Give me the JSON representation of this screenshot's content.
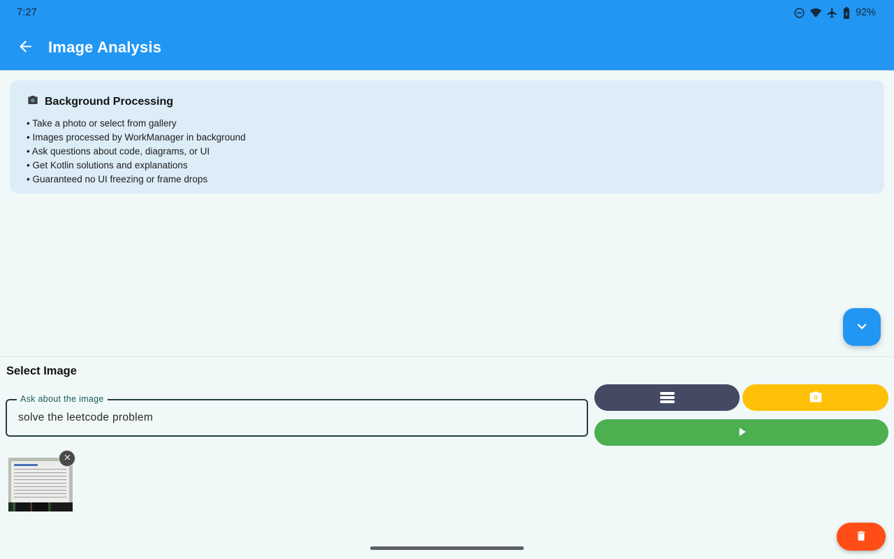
{
  "status_bar": {
    "time": "7:27",
    "battery_percent": "92%",
    "icons": [
      "do-not-disturb",
      "wifi",
      "airplane-mode",
      "battery-charging"
    ]
  },
  "app_bar": {
    "title": "Image Analysis",
    "back_icon": "arrow-left"
  },
  "info_card": {
    "icon": "camera-emoji",
    "title": "Background Processing",
    "bullets": [
      "• Take a photo or select from gallery",
      "• Images processed by WorkManager in background",
      "• Ask questions about code, diagrams, or UI",
      "• Get Kotlin solutions and explanations",
      "• Guaranteed no UI freezing or frame drops"
    ]
  },
  "select_section": {
    "heading": "Select Image",
    "input_label": "Ask about the image",
    "input_value": "solve the leetcode problem"
  },
  "buttons": {
    "menu_icon": "hamburger",
    "camera_icon": "camera",
    "run_icon": "play",
    "scroll_icon": "chevron-down",
    "delete_icon": "trash",
    "remove_image_icon": "close-x"
  },
  "colors": {
    "primary_blue": "#2196F3",
    "page_bg": "#F1F8F8",
    "card_bg": "#DCEDF8",
    "dark_button": "#454A63",
    "camera_button": "#FFC107",
    "run_button": "#4CAF50",
    "delete_fab": "#FF4D15",
    "field_label_teal": "#1D5C5A",
    "status_icon_navy": "#12293F"
  }
}
